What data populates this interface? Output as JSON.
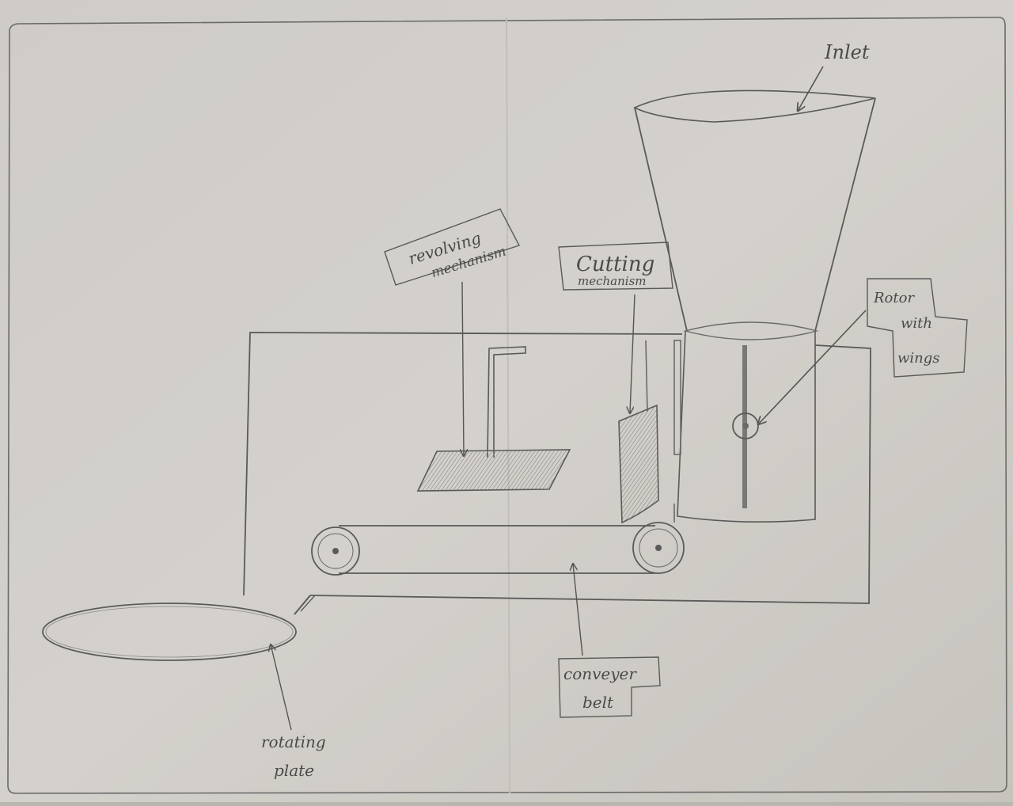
{
  "labels": {
    "inlet": "Inlet",
    "revolving_line1": "revolving",
    "revolving_line2": "mechanism",
    "cutting_line1": "Cutting",
    "cutting_line2": "mechanism",
    "rotor_line1": "Rotor",
    "rotor_line2": "with",
    "rotor_line3": "wings",
    "conveyer_line1": "conveyer",
    "conveyer_line2": "belt",
    "plate_line1": "rotating",
    "plate_line2": "plate"
  },
  "colors": {
    "paper": "#d2cfca",
    "pencil": "#5a5a5a",
    "shade": "#9a9894"
  }
}
